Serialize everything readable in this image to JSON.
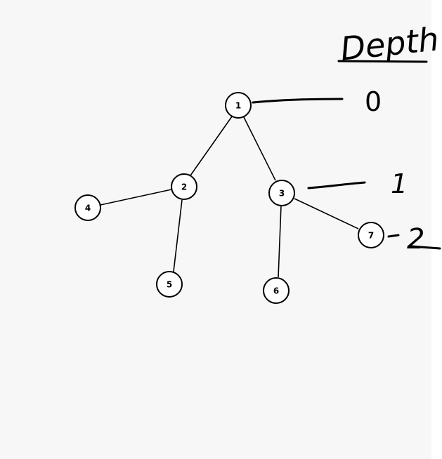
{
  "diagram": {
    "nodes": [
      {
        "id": "n1",
        "label": "1"
      },
      {
        "id": "n2",
        "label": "2"
      },
      {
        "id": "n3",
        "label": "3"
      },
      {
        "id": "n4",
        "label": "4"
      },
      {
        "id": "n5",
        "label": "5"
      },
      {
        "id": "n6",
        "label": "6"
      },
      {
        "id": "n7",
        "label": "7"
      }
    ],
    "edges": [
      {
        "from": "1",
        "to": "2"
      },
      {
        "from": "1",
        "to": "3"
      },
      {
        "from": "2",
        "to": "4"
      },
      {
        "from": "2",
        "to": "5"
      },
      {
        "from": "3",
        "to": "6"
      },
      {
        "from": "3",
        "to": "7"
      }
    ]
  },
  "annotations": {
    "heading": "Depth",
    "depth_0": "0",
    "depth_1": "1",
    "depth_2": "2"
  }
}
